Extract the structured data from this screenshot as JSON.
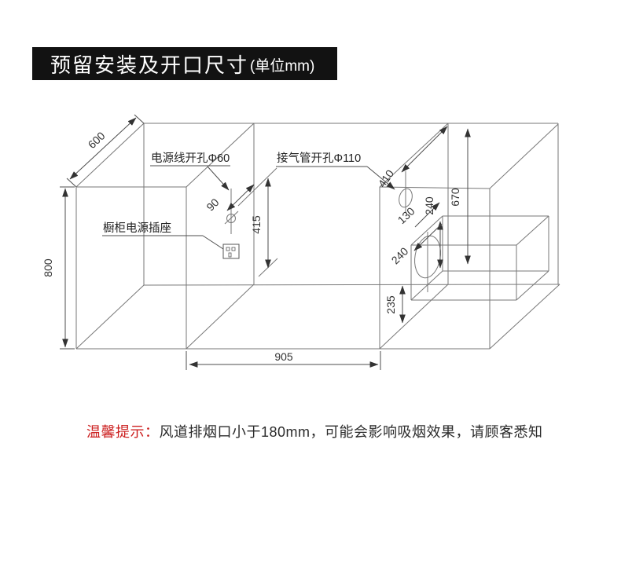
{
  "header": {
    "title": "预留安装及开口尺寸",
    "unit": "(单位mm)"
  },
  "diagram": {
    "labels": {
      "power_hole": "电源线开孔Φ60",
      "gas_hole": "接气管开孔Φ110",
      "socket": "橱柜电源插座"
    },
    "dims": {
      "depth": "600",
      "height": "800",
      "opening_width": "905",
      "opening_height": "415",
      "cord_hole_offset": "90",
      "gas_hole_depth": "410",
      "flue_offset": "130",
      "flue_opening_height": "240",
      "flue_bottom": "670",
      "flue_opening_width": "240",
      "base_clearance": "235"
    }
  },
  "notice": {
    "label": "温馨提示：",
    "text": "风道排烟口小于180mm，可能会影响吸烟效果，请顾客悉知"
  },
  "colors": {
    "header_bg": "#121212",
    "header_fg": "#ffffff",
    "line": "#777777",
    "notice_label": "#cc2020",
    "notice_text": "#2b2b2b"
  }
}
